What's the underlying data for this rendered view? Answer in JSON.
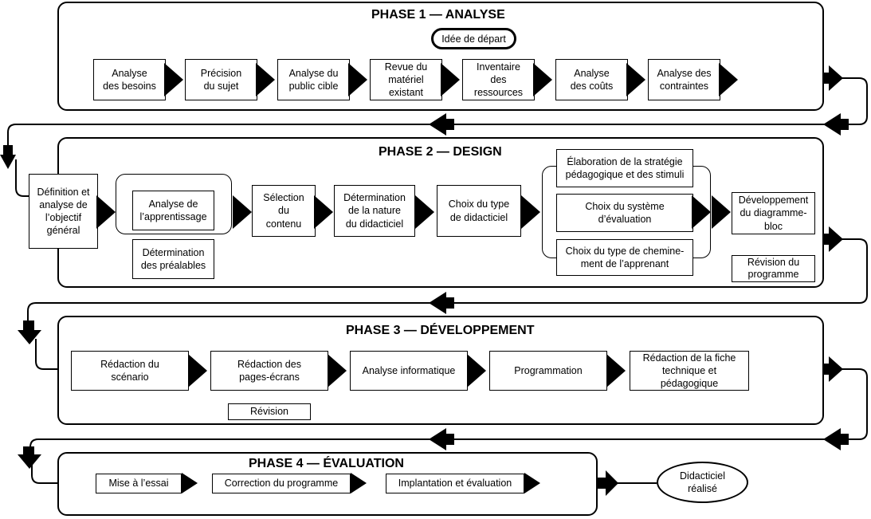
{
  "phase1": {
    "title": "PHASE 1 — ANALYSE",
    "start": "Idée de départ",
    "steps": [
      "Analyse\ndes besoins",
      "Précision\ndu sujet",
      "Analyse du\npublic cible",
      "Revue du\nmatériel\nexistant",
      "Inventaire\ndes\nressources",
      "Analyse\ndes coûts",
      "Analyse des\ncontraintes"
    ]
  },
  "phase2": {
    "title": "PHASE 2 — DESIGN",
    "objective": "Définition et\nanalyse de\nl’objectif\ngénéral",
    "learning": "Analyse de\nl’apprentissage",
    "prereq": "Détermination\ndes préalables",
    "selection": "Sélection\ndu\ncontenu",
    "nature": "Détermination\nde la nature\ndu didacticiel",
    "type": "Choix du type\nde didacticiel",
    "strategy": "Élaboration de la stratégie\npédagogique et des stimuli",
    "evaluation": "Choix du système\nd’évaluation",
    "path": "Choix du type de chemine-\nment de l’apprenant",
    "blockdiagram": "Développement\ndu diagramme-\nbloc",
    "revision": "Révision du\nprogramme"
  },
  "phase3": {
    "title": "PHASE 3 — DÉVELOPPEMENT",
    "steps": [
      "Rédaction du\nscénario",
      "Rédaction des\npages-écrans",
      "Analyse informatique",
      "Programmation",
      "Rédaction de la fiche\ntechnique et\npédagogique"
    ],
    "revision": "Révision"
  },
  "phase4": {
    "title": "PHASE 4 — ÉVALUATION",
    "steps": [
      "Mise à l’essai",
      "Correction du programme",
      "Implantation et évaluation"
    ],
    "result": "Didacticiel\nréalisé"
  }
}
